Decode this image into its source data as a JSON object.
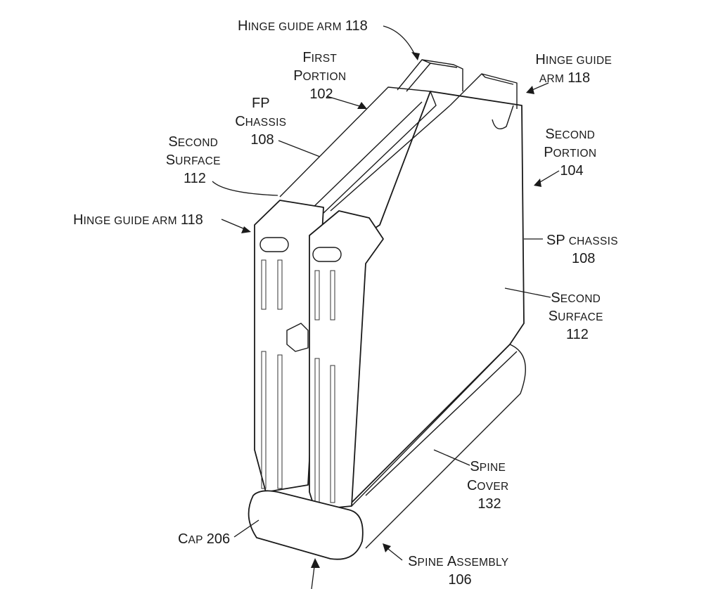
{
  "labels": {
    "hinge_top_center": {
      "cap": "H",
      "rest": "INGE GUIDE ARM",
      "num": "118"
    },
    "first_portion": {
      "line1_cap": "F",
      "line1_rest": "IRST",
      "line2_cap": "P",
      "line2_rest": "ORTION",
      "num": "102"
    },
    "hinge_top_right": {
      "line1_cap": "H",
      "line1_rest": "INGE GUIDE",
      "line2": "ARM",
      "num": "118"
    },
    "fp_chassis": {
      "line1": "FP",
      "line2_cap": "C",
      "line2_rest": "HASSIS",
      "num": "108"
    },
    "second_portion": {
      "line1_cap": "S",
      "line1_rest": "ECOND",
      "line2_cap": "P",
      "line2_rest": "ORTION",
      "num": "104"
    },
    "second_surface_left": {
      "line1_cap": "S",
      "line1_rest": "ECOND",
      "line2_cap": "S",
      "line2_rest": "URFACE",
      "num": "112"
    },
    "hinge_left": {
      "cap": "H",
      "rest": "INGE GUIDE ARM",
      "num": "118"
    },
    "sp_chassis": {
      "line1_caps": "SP",
      "line1_rest": "CHASSIS",
      "num": "108"
    },
    "second_surface_right": {
      "line1_cap": "S",
      "line1_rest": "ECOND",
      "line2_cap": "S",
      "line2_rest": "URFACE",
      "num": "112"
    },
    "spine_cover": {
      "line1_cap": "S",
      "line1_rest": "PINE",
      "line2_cap": "C",
      "line2_rest": "OVER",
      "num": "132"
    },
    "cap": {
      "cap": "C",
      "rest": "AP",
      "num": "206"
    },
    "spine_assembly": {
      "line1_cap": "S",
      "line1_rest": "PINE",
      "line1_cap2": "A",
      "line1_rest2": "SSEMBLY",
      "num": "106"
    }
  }
}
